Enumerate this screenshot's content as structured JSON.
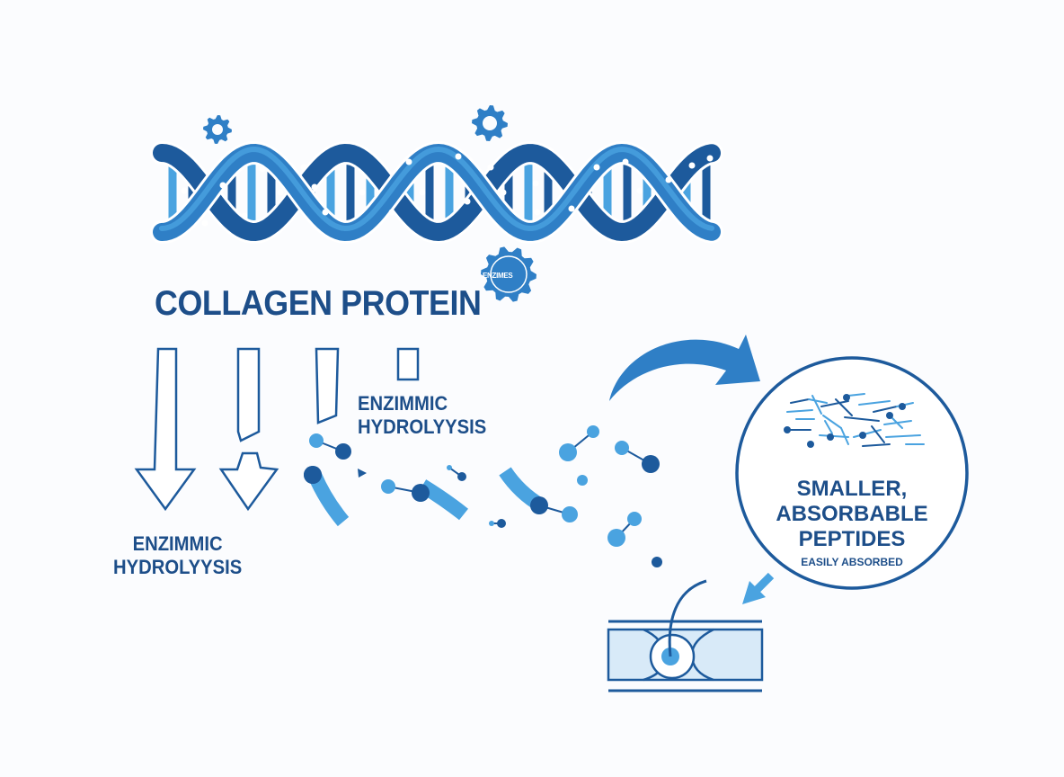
{
  "title": "COLLAGEN PROTEIN",
  "gear_label": "ENZIMES",
  "hydrolysis_label_top": [
    "ENZIMMIC",
    "HYDROLYYSIS"
  ],
  "hydrolysis_label_left": [
    "ENZIMMIC",
    "HYDROLYYSIS"
  ],
  "result_label": [
    "SMALLER,",
    "ABSORBABLE",
    "PEPTIDES"
  ],
  "result_sublabel": "EASILY ABSORBED",
  "colors": {
    "dark_blue": "#1d5a9c",
    "mid_blue": "#2f7fc6",
    "light_blue": "#4aa3e0",
    "pale_blue": "#d8eaf8",
    "text_blue": "#1d4e89"
  },
  "icons": [
    "dna-helix-icon",
    "gear-icon",
    "down-arrow-icon",
    "curved-arrow-icon",
    "peptide-molecule-icon",
    "intestinal-wall-icon"
  ]
}
